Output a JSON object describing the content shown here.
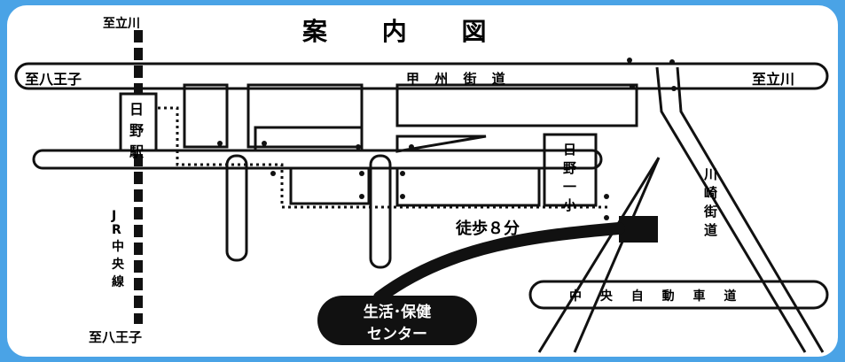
{
  "map": {
    "title": "案 内 図",
    "labels": {
      "to_tachikawa_top": "至立川",
      "to_hachioji_left": "至八王子",
      "koshu_kaido": "甲 州 街 道",
      "to_tachikawa_right": "至立川",
      "hino_station": "日\n野\n駅",
      "hino_ichisho": "日\n野\n一\n小",
      "kawasaki_kaido": "川\n崎\n街\n道",
      "walk_time": "徒歩８分",
      "jr_chuo_line": "J\nR\n中\n央\n線",
      "chuo_expressway": "中 央 自 動 車 道",
      "center_name": "生活･保健\nセンター",
      "to_hachioji_bottom": "至八王子"
    }
  }
}
